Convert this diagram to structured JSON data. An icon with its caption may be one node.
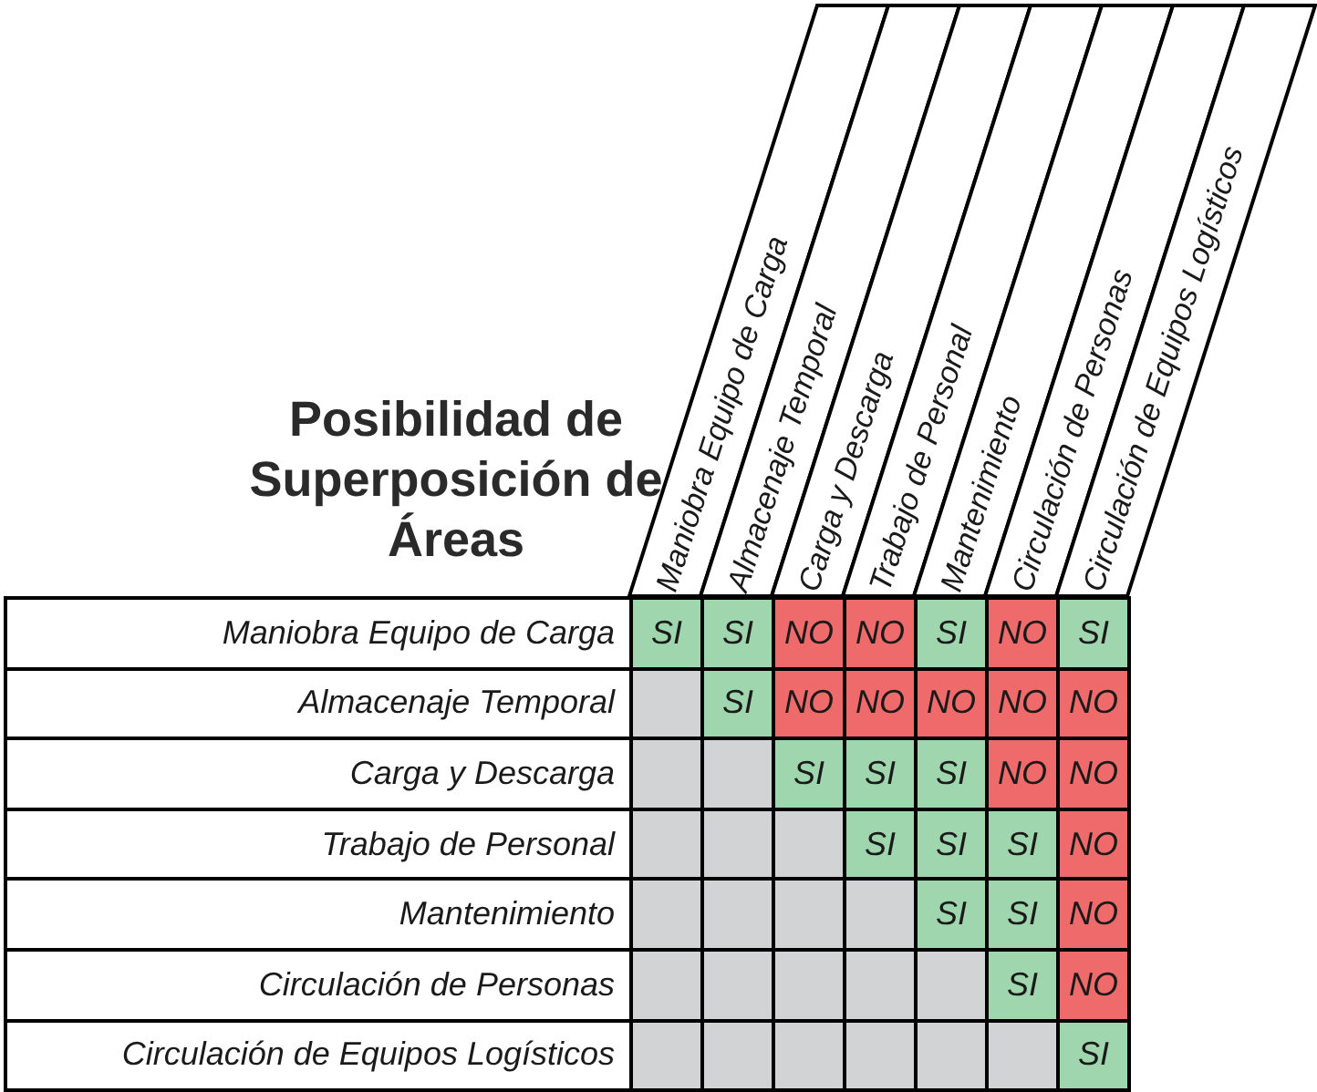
{
  "diagram": {
    "title": "Posibilidad de Superposición de Áreas",
    "labels": [
      "Maniobra Equipo de Carga",
      "Almacenaje Temporal",
      "Carga y Descarga",
      "Trabajo de Personal",
      "Mantenimiento",
      "Circulación de Personas",
      "Circulación de Equipos Logísticos",
      "Maniobra Equipo de Carga",
      "SI",
      "SI",
      "NO",
      "NO",
      "SI",
      "NO",
      "SI",
      "Almacenaje Temporal",
      "SI",
      "NO",
      "NO",
      "NO",
      "NO",
      "NO",
      "Carga y Descarga",
      "SI",
      "SI",
      "SI",
      "NO",
      "NO",
      "Trabajo de Personal",
      "SI",
      "SI",
      "SI",
      "NO",
      "Mantenimiento",
      "SI",
      "SI",
      "NO",
      "Circulación de Personas",
      "SI",
      "NO",
      "Circulación de Equipos Logísticos",
      "SI"
    ]
  }
}
